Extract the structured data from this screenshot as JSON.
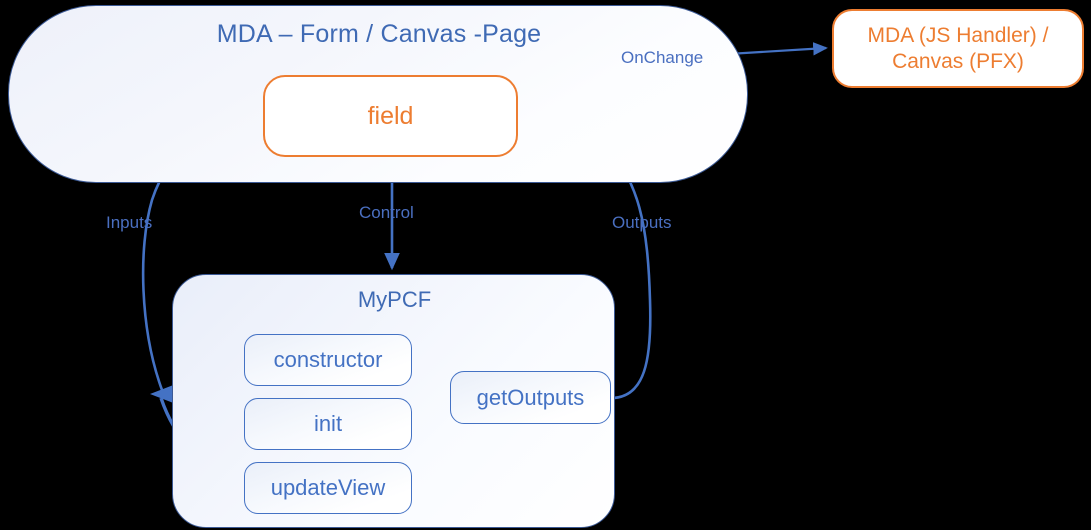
{
  "diagram": {
    "title_text": "MDA – Form / Canvas -Page",
    "colors": {
      "blue_border": "#3c5a96",
      "blue_text": "#3f6ab4",
      "accent_blue": "#4472C4",
      "orange": "#ED7D31",
      "background": "#000000"
    },
    "host_container": {
      "title": "MDA – Form / Canvas -Page",
      "field": {
        "label": "field"
      }
    },
    "external_box": {
      "line1": "MDA (JS Handler) /",
      "line2": "Canvas (PFX)"
    },
    "component_container": {
      "title": "MyPCF",
      "methods": [
        {
          "label": "constructor"
        },
        {
          "label": "init"
        },
        {
          "label": "updateView"
        },
        {
          "label": "getOutputs"
        }
      ]
    },
    "edges": [
      {
        "label": "Inputs"
      },
      {
        "label": "Control"
      },
      {
        "label": "Outputs"
      },
      {
        "label": "OnChange"
      }
    ]
  }
}
